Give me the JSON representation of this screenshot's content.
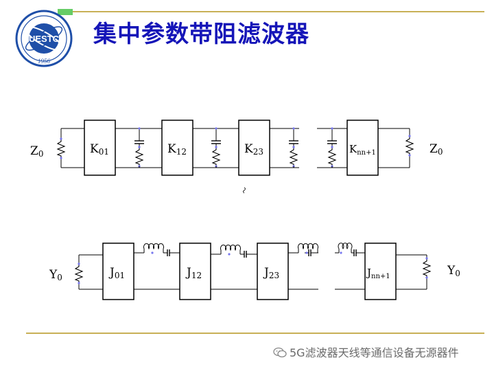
{
  "slide": {
    "title": "集中参数带阻滤波器",
    "logo_text": "UESTC",
    "logo_year": "1956",
    "watermark": "5G滤波器天线等通信设备无源器件",
    "logo_icon": "university-seal-icon",
    "watermark_icon": "wechat-icon"
  },
  "colors": {
    "title": "#1515b8",
    "rule": "#c8b056",
    "accent_green": "#66cc66",
    "logo_blue": "#1f4fa8"
  },
  "diagram_k": {
    "source_label": {
      "main": "Z",
      "sub": "0"
    },
    "load_label": {
      "main": "Z",
      "sub": "0"
    },
    "inverters": [
      {
        "main": "K",
        "sub": "01"
      },
      {
        "main": "K",
        "sub": "12"
      },
      {
        "main": "K",
        "sub": "23"
      },
      {
        "main": "K",
        "sub": "nn+1"
      }
    ]
  },
  "diagram_j": {
    "source_label": {
      "main": "Y",
      "sub": "0"
    },
    "load_label": {
      "main": "Y",
      "sub": "0"
    },
    "inverters": [
      {
        "main": "J",
        "sub": "01"
      },
      {
        "main": "J",
        "sub": "12"
      },
      {
        "main": "J",
        "sub": "23"
      },
      {
        "main": "J",
        "sub": "nn+1"
      }
    ]
  }
}
